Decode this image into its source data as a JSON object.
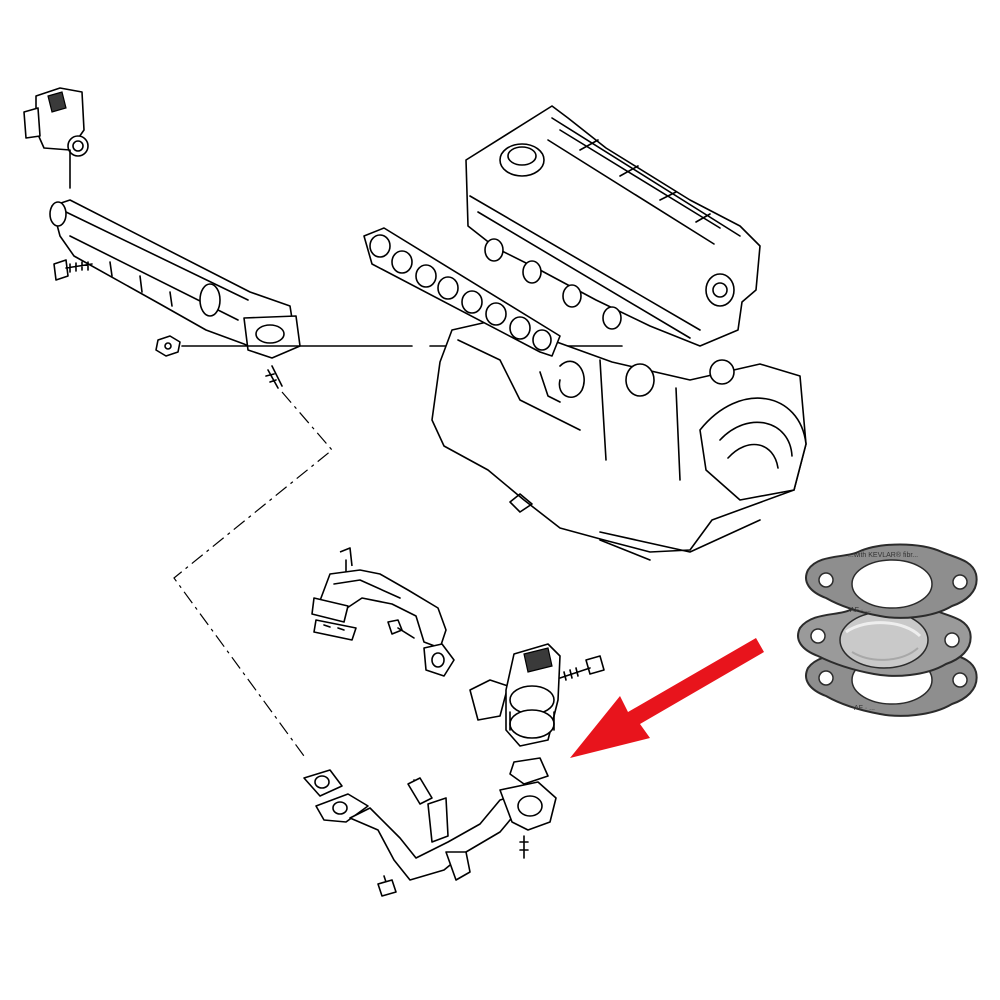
{
  "diagram": {
    "gasket_print": {
      "top_line": "...with KEVLAR® fibr...",
      "code_top": "AF · ...",
      "code_bottom": "AF · ..."
    },
    "colors": {
      "line": "#000000",
      "arrow": "#e8141c",
      "gasket_body": "#8e8e8e",
      "gasket_edge": "#2b2b2b",
      "metal_plate": "#c9c9c9"
    },
    "icons": [
      "egr-valve-icon",
      "intake-manifold-icon",
      "engine-block-icon",
      "exhaust-gasket-icon",
      "egr-pipe-icon",
      "gasket-set-icon",
      "red-arrow-icon"
    ]
  }
}
